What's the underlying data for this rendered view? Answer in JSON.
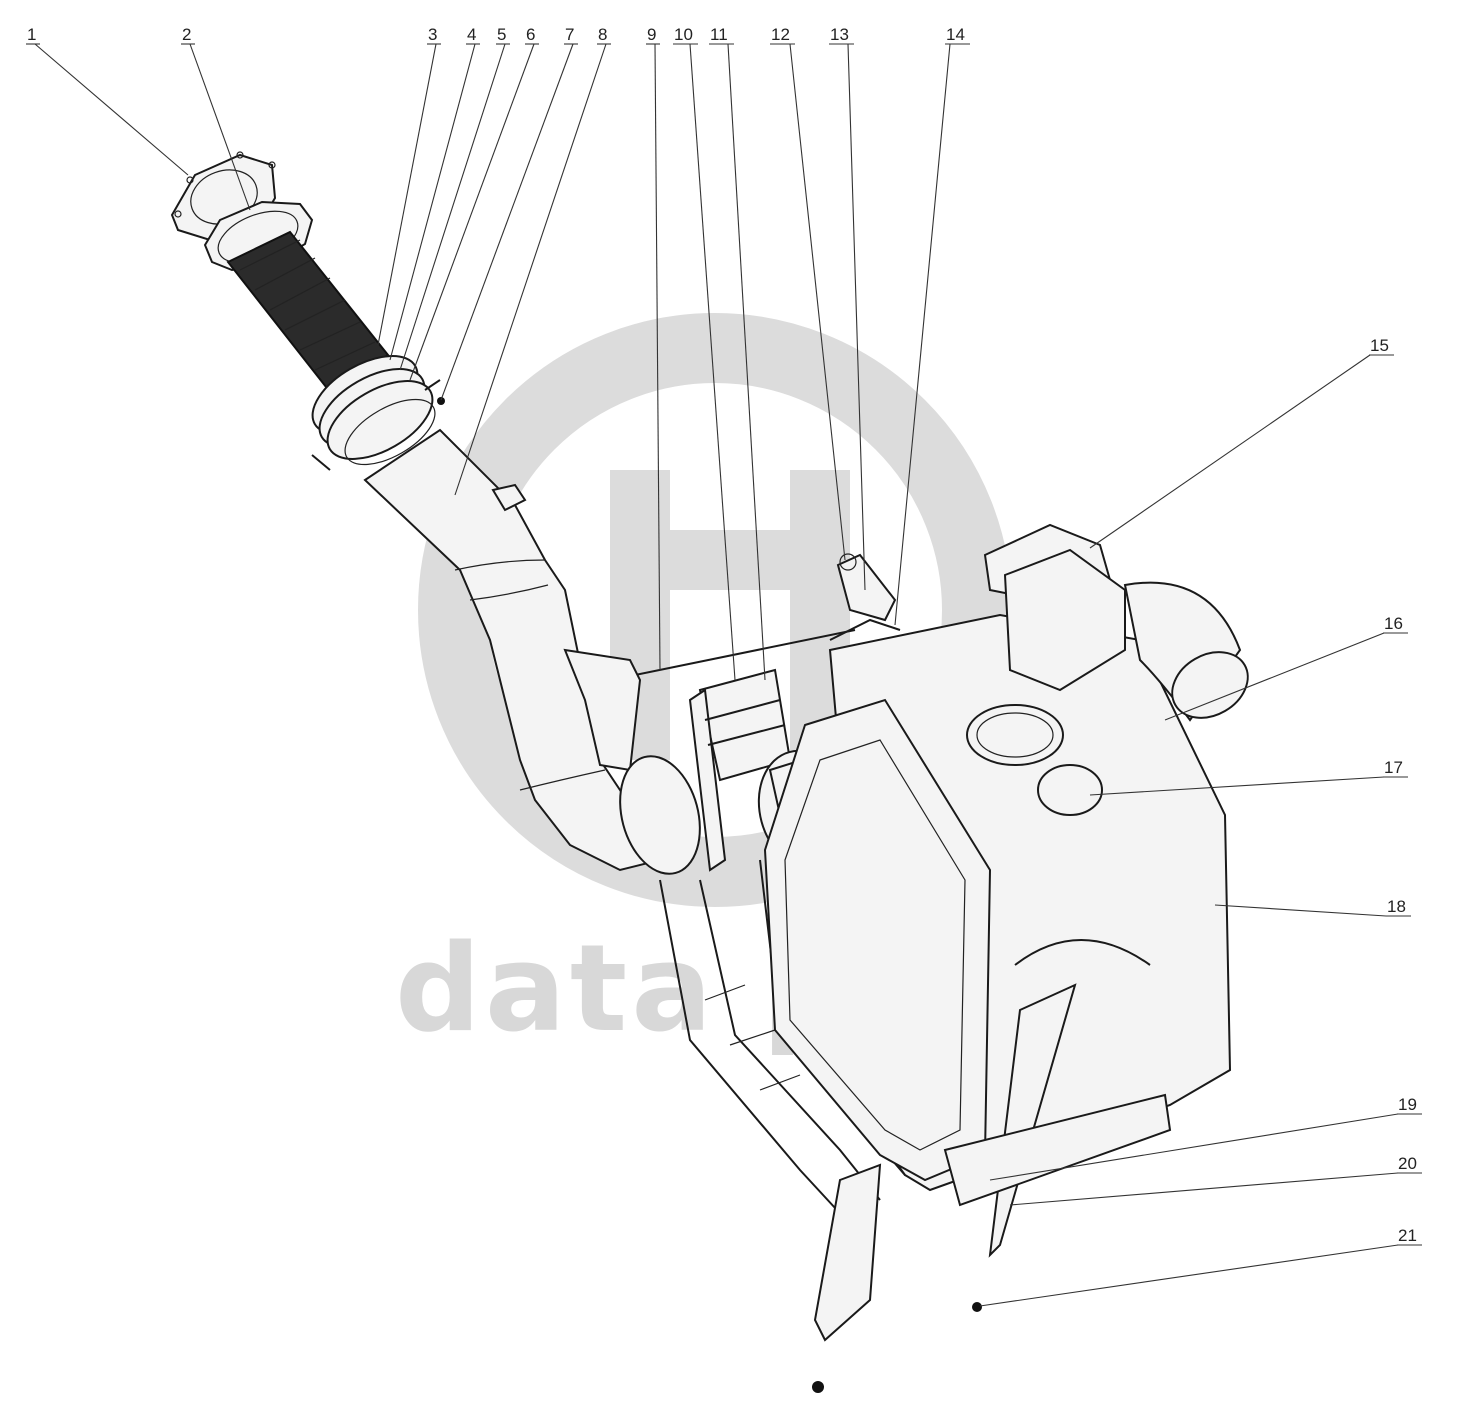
{
  "watermark": {
    "text": "data parts",
    "color": "#d8d8d8"
  },
  "callouts": [
    {
      "label": "1"
    },
    {
      "label": "2"
    },
    {
      "label": "3"
    },
    {
      "label": "4"
    },
    {
      "label": "5"
    },
    {
      "label": "6"
    },
    {
      "label": "7"
    },
    {
      "label": "8"
    },
    {
      "label": "9"
    },
    {
      "label": "10"
    },
    {
      "label": "11"
    },
    {
      "label": "12"
    },
    {
      "label": "13"
    },
    {
      "label": "14"
    },
    {
      "label": "15"
    },
    {
      "label": "16"
    },
    {
      "label": "17"
    },
    {
      "label": "18"
    },
    {
      "label": "19"
    },
    {
      "label": "20"
    },
    {
      "label": "21"
    }
  ]
}
